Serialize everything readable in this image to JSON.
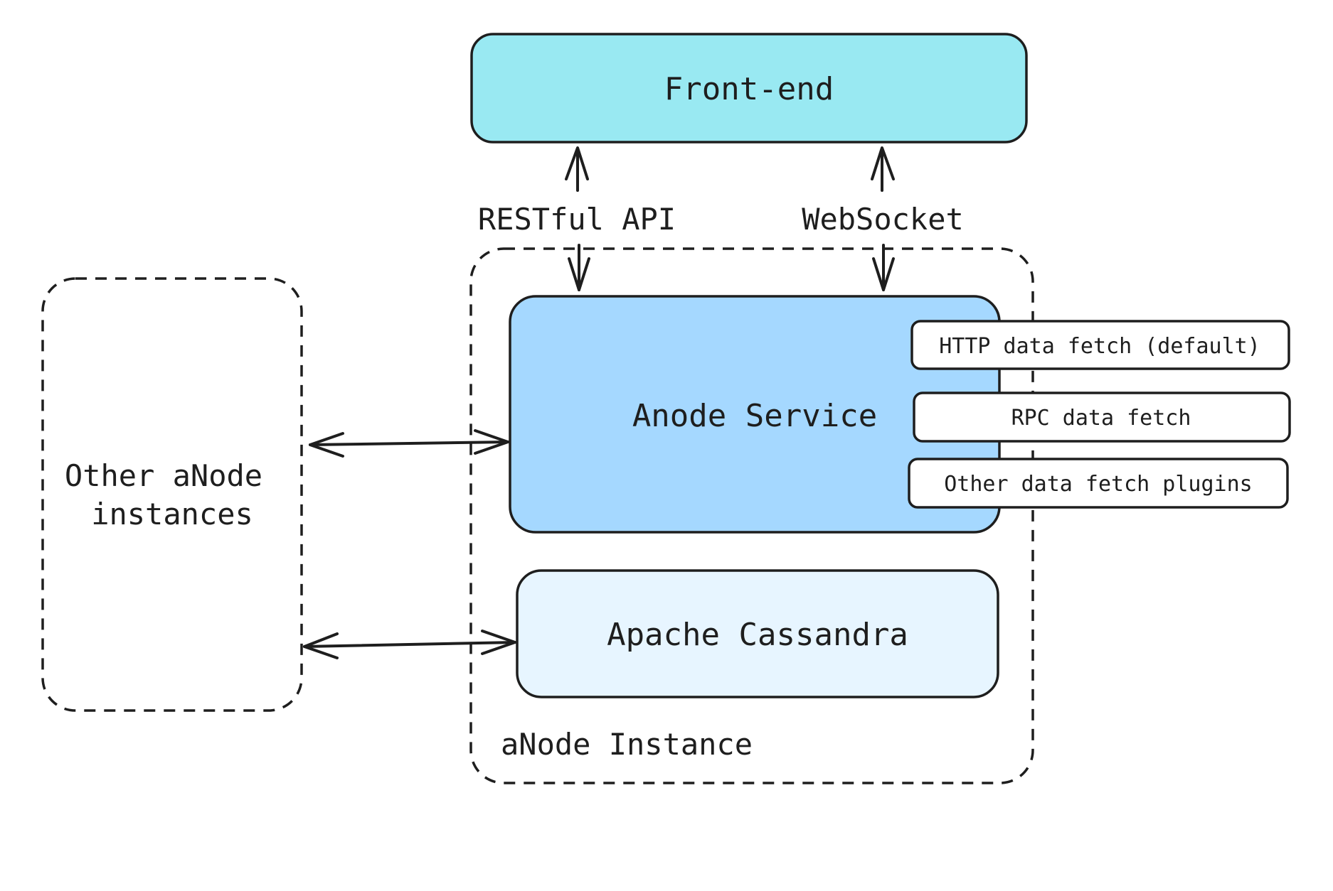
{
  "diagram": {
    "colors": {
      "stroke": "#1e1e1e",
      "frontend_fill": "#99e9f2",
      "service_fill": "#a5d8ff",
      "cassandra_fill": "#e7f5ff",
      "plugin_fill": "#ffffff",
      "background": "#ffffff"
    },
    "nodes": {
      "frontend": {
        "label": "Front-end"
      },
      "anode_service": {
        "label": "Anode Service"
      },
      "cassandra": {
        "label": "Apache Cassandra"
      },
      "instance_group": {
        "label": "aNode Instance"
      },
      "other_instances": {
        "label_line1": "Other aNode",
        "label_line2": "instances"
      },
      "plugin_http": {
        "label": "HTTP data fetch (default)"
      },
      "plugin_rpc": {
        "label": "RPC data fetch"
      },
      "plugin_other": {
        "label": "Other data fetch plugins"
      }
    },
    "edges": {
      "restful": {
        "label": "RESTful API",
        "from": "anode_service",
        "to": "frontend"
      },
      "websocket": {
        "label": "WebSocket",
        "from": "anode_service",
        "to": "frontend"
      },
      "peer_service": {
        "from": "other_instances",
        "to": "anode_service",
        "bidirectional": true
      },
      "peer_cassandra": {
        "from": "other_instances",
        "to": "cassandra",
        "bidirectional": true
      }
    }
  }
}
